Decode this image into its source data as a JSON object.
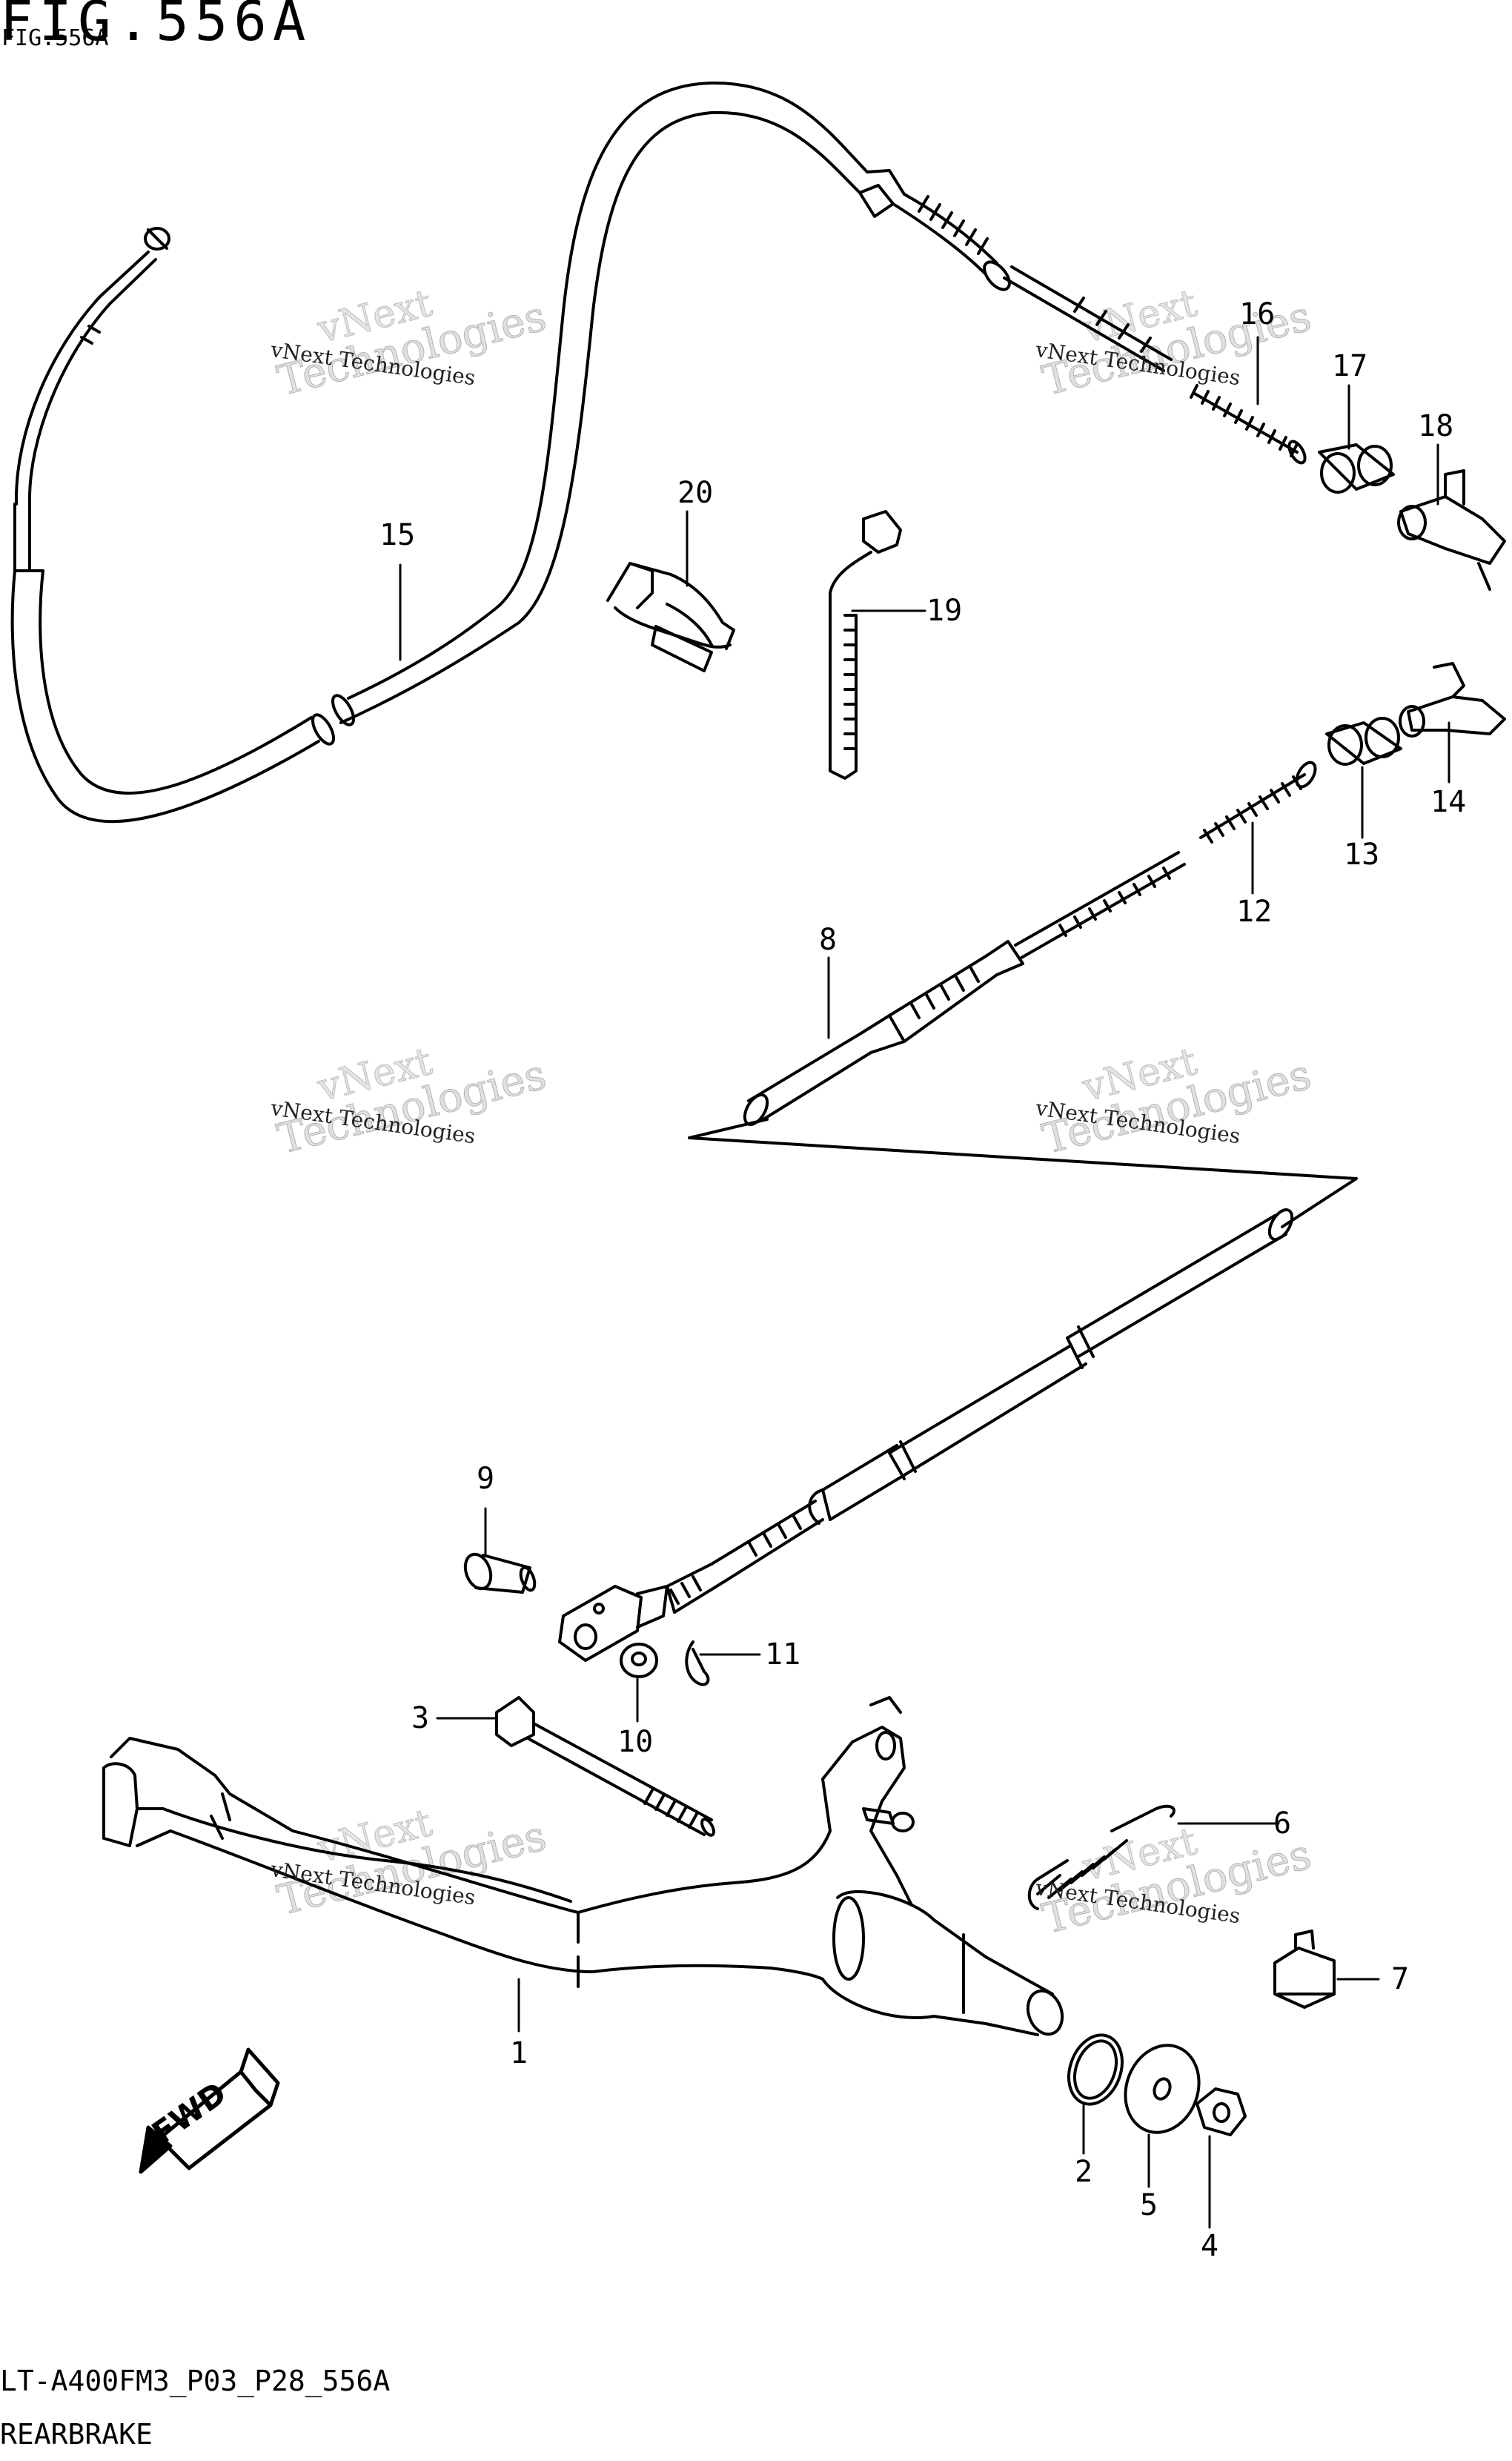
{
  "title": "FIG.556A",
  "title_small": "FIG.556A",
  "callouts": [
    {
      "id": "1",
      "label": "1"
    },
    {
      "id": "2",
      "label": "2"
    },
    {
      "id": "3",
      "label": "3"
    },
    {
      "id": "4",
      "label": "4"
    },
    {
      "id": "5",
      "label": "5"
    },
    {
      "id": "6",
      "label": "6"
    },
    {
      "id": "7",
      "label": "7"
    },
    {
      "id": "8",
      "label": "8"
    },
    {
      "id": "9",
      "label": "9"
    },
    {
      "id": "10",
      "label": "10"
    },
    {
      "id": "11",
      "label": "11"
    },
    {
      "id": "12",
      "label": "12"
    },
    {
      "id": "13",
      "label": "13"
    },
    {
      "id": "14",
      "label": "14"
    },
    {
      "id": "15",
      "label": "15"
    },
    {
      "id": "16",
      "label": "16"
    },
    {
      "id": "17",
      "label": "17"
    },
    {
      "id": "18",
      "label": "18"
    },
    {
      "id": "19",
      "label": "19"
    },
    {
      "id": "20",
      "label": "20"
    }
  ],
  "watermark": {
    "line1": "vNext Technologies",
    "line2": "vNext",
    "line3": "Technologies"
  },
  "fwd_label": "FWD",
  "footer": {
    "code": "LT-A400FM3_P03_P28_556A",
    "name": "REARBRAKE"
  }
}
